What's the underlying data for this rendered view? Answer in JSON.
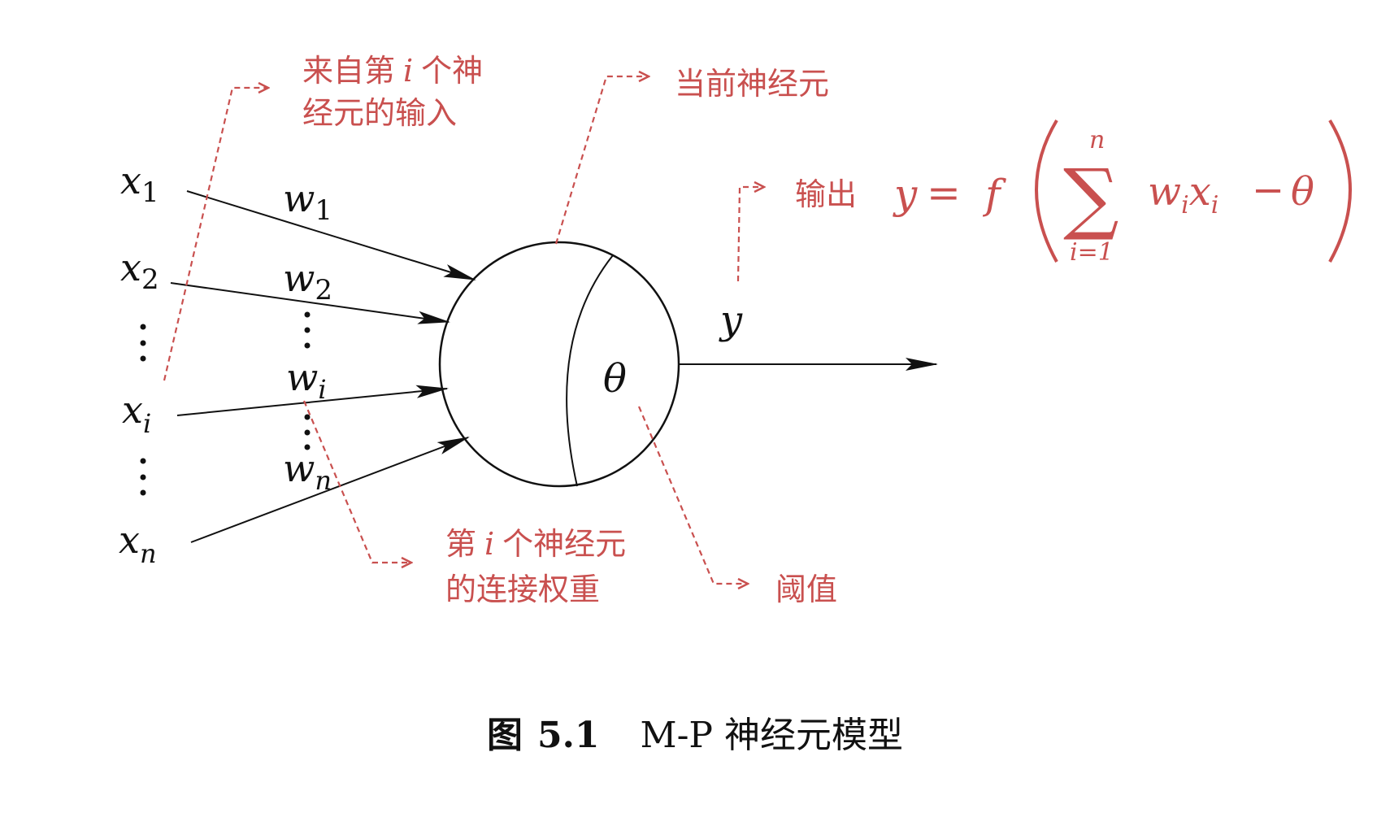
{
  "diagram": {
    "inputs": [
      {
        "label": "x",
        "sub": "1"
      },
      {
        "label": "x",
        "sub": "2"
      },
      {
        "label": "x",
        "sub": "i"
      },
      {
        "label": "x",
        "sub": "n"
      }
    ],
    "weights": [
      {
        "label": "w",
        "sub": "1"
      },
      {
        "label": "w",
        "sub": "2"
      },
      {
        "label": "w",
        "sub": "i"
      },
      {
        "label": "w",
        "sub": "n"
      }
    ],
    "threshold_symbol": "θ",
    "output_symbol": "y",
    "annotations": {
      "input_from_neuron_line1_a": "来自第",
      "input_from_neuron_line1_i": "i",
      "input_from_neuron_line1_b": "个神",
      "input_from_neuron_line2": "经元的输入",
      "current_neuron": "当前神经元",
      "output_label": "输出",
      "weight_line1_a": "第",
      "weight_line1_i": "i",
      "weight_line1_b": "个神经元",
      "weight_line2": "的连接权重",
      "threshold": "阈值"
    },
    "formula": {
      "lhs": "y",
      "equals": "=",
      "func": "f",
      "sum_symbol": "∑",
      "upper": "n",
      "lower": "i=1",
      "w": "w",
      "w_sub": "i",
      "x": "x",
      "x_sub": "i",
      "minus": "−",
      "theta": "θ"
    },
    "colors": {
      "annotation": "#c9504f",
      "line": "#111111"
    }
  },
  "caption": {
    "figure_label": "图",
    "figure_number": "5.1",
    "title": "M-P 神经元模型"
  }
}
